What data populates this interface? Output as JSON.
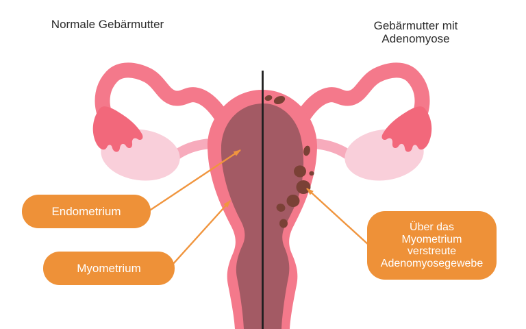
{
  "titles": {
    "left": "Normale Gebärmutter",
    "right": [
      "Gebärmutter mit",
      "Adenomyose"
    ]
  },
  "callouts": {
    "endometrium": {
      "label": "Endometrium"
    },
    "myometrium": {
      "label": "Myometrium"
    },
    "adenomyosis": {
      "lines": [
        "Über das",
        "Myometrium",
        "verstreute",
        "Adenomyosegewebe"
      ]
    }
  },
  "colors": {
    "background": "#FFFFFF",
    "callout_bg": "#EE9138",
    "callout_text": "#FFFFFF",
    "connector_orange": "#F0953E",
    "uterus_pink": "#F4798B",
    "endometrium_mauve": "#A35A64",
    "ovary_light_pink": "#F9CFDA",
    "ligament_pink": "#F7ABBC",
    "fimbria_pink": "#F2687B",
    "adenomyosis_spot_brown": "#7A4136",
    "divider_black": "#1F1F1F",
    "title_text": "#2B2B2B"
  }
}
